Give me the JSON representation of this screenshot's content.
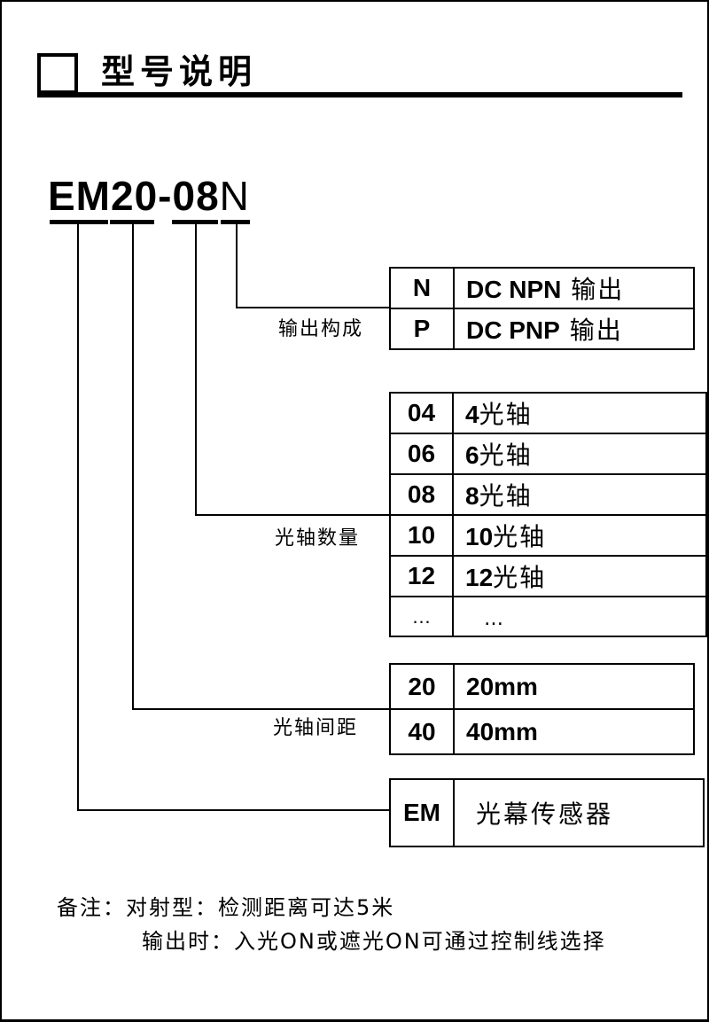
{
  "header": {
    "title": "型号说明"
  },
  "model_code": {
    "part1": "EM",
    "part2": "20",
    "dash": "-",
    "part3": "08",
    "part4": "N"
  },
  "groups": {
    "output": {
      "label": "输出构成",
      "rows": [
        {
          "code": "N",
          "desc_en": "DC NPN",
          "desc_cn": " 输出"
        },
        {
          "code": "P",
          "desc_en": "DC PNP",
          "desc_cn": " 输出"
        }
      ]
    },
    "axes": {
      "label": "光轴数量",
      "rows": [
        {
          "code": "04",
          "desc_en": "4",
          "desc_cn": "光轴"
        },
        {
          "code": "06",
          "desc_en": "6",
          "desc_cn": "光轴"
        },
        {
          "code": "08",
          "desc_en": "8",
          "desc_cn": "光轴"
        },
        {
          "code": "10",
          "desc_en": "10",
          "desc_cn": "光轴"
        },
        {
          "code": "12",
          "desc_en": "12",
          "desc_cn": "光轴"
        },
        {
          "code": "…",
          "desc_en": "…",
          "desc_cn": ""
        }
      ]
    },
    "pitch": {
      "label": "光轴间距",
      "rows": [
        {
          "code": "20",
          "desc_en": "20mm",
          "desc_cn": ""
        },
        {
          "code": "40",
          "desc_en": "40mm",
          "desc_cn": ""
        }
      ]
    },
    "series": {
      "rows": [
        {
          "code": "EM",
          "desc_en": "",
          "desc_cn": "光幕传感器"
        }
      ]
    }
  },
  "notes": {
    "line1": "备注：对射型：检测距离可达5米",
    "line2": "输出时：入光ON或遮光ON可通过控制线选择"
  }
}
